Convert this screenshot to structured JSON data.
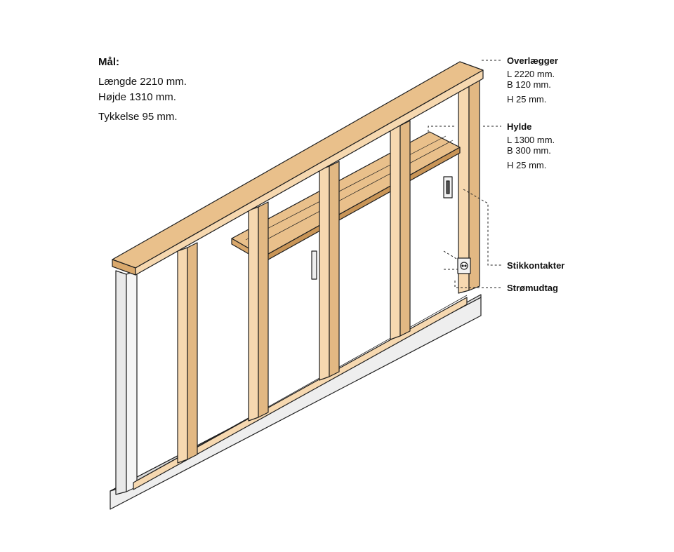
{
  "dimensions": {
    "heading": "Mål:",
    "length": "Længde 2210 mm.",
    "height": "Højde 1310 mm.",
    "thickness": "Tykkelse 95 mm."
  },
  "callouts": {
    "overlaegger": {
      "title": "Overlægger",
      "l": "L 2220 mm.",
      "b": "B 120 mm.",
      "h": "H 25 mm."
    },
    "hylde": {
      "title": "Hylde",
      "l": "L 1300 mm.",
      "b": "B 300 mm.",
      "h": "H 25 mm."
    },
    "stikkontakter": {
      "title": "Stikkontakter"
    },
    "stroemudtag": {
      "title": "Strømudtag"
    }
  },
  "colors": {
    "wood": "#f6d8b0",
    "wood_dark": "#e2b883",
    "wood_top": "#e9c08b",
    "outline": "#1e1e1e",
    "base": "#eeeeee",
    "base_side": "#d9d9d9"
  }
}
